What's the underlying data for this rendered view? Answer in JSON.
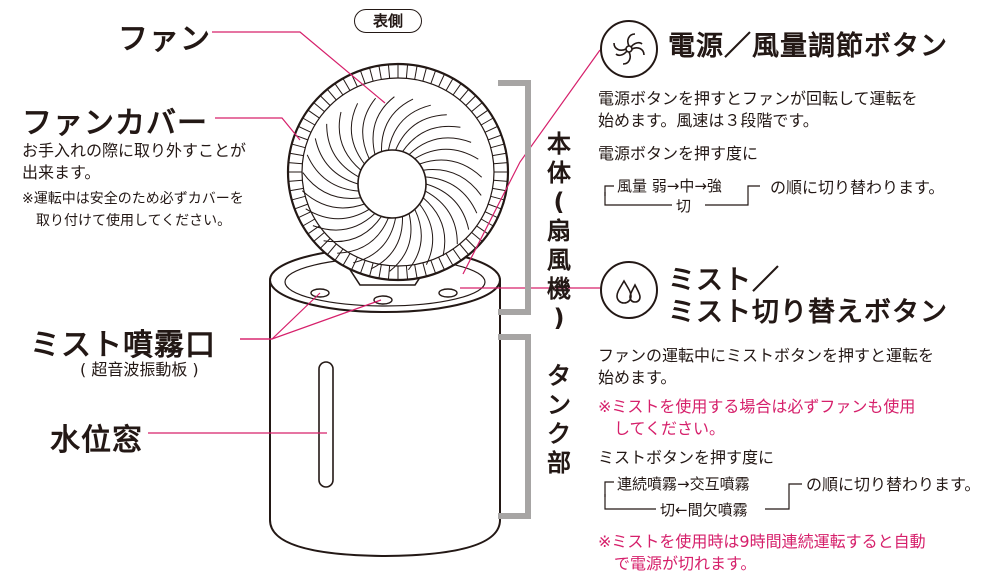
{
  "top_label": "表側",
  "labels": {
    "fan": "ファン",
    "fan_cover": "ファンカバー",
    "mist_nozzle": "ミスト噴霧口",
    "mist_nozzle_sub": "( 超音波振動板 )",
    "water_window": "水位窓"
  },
  "fan_cover_desc": [
    "お手入れの際に取り外すことが",
    "出来ます。"
  ],
  "fan_cover_note": [
    "※運転中は安全のため必ずカバーを",
    "取り付けて使用してください。"
  ],
  "body_label": [
    "本",
    "体",
    "(",
    "扇",
    "風",
    "機",
    ")"
  ],
  "tank_label": [
    "タ",
    "ン",
    "ク",
    "部"
  ],
  "power_button": {
    "title": "電源／風量調節ボタン",
    "desc": [
      "電源ボタンを押すとファンが回転して運転を",
      "始めます。風速は３段階です。"
    ],
    "each_press": "電源ボタンを押す度に",
    "seq_top": "風量 弱→中→強",
    "seq_bottom": "切",
    "seq_suffix": "の順に切り替わります。"
  },
  "mist_button": {
    "title_line1": "ミスト／",
    "title_line2": "ミスト切り替えボタン",
    "desc": [
      "ファンの運転中にミストボタンを押すと運転を",
      "始めます。"
    ],
    "note": [
      "※ミストを使用する場合は必ずファンも使用",
      "してください。"
    ],
    "each_press": "ミストボタンを押す度に",
    "seq_top": "連続噴霧→交互噴霧",
    "seq_bottom": "切←間欠噴霧",
    "seq_suffix": "の順に切り替わります。",
    "bottom_note": [
      "※ミストを使用時は9時間連続運転すると自動",
      "で電源が切れます。"
    ]
  },
  "colors": {
    "accent": "#d6206b",
    "ink": "#231815",
    "bracket": "#a7a5a4"
  },
  "icons": {
    "power": "fan-swirl-icon",
    "mist": "water-drops-icon"
  }
}
